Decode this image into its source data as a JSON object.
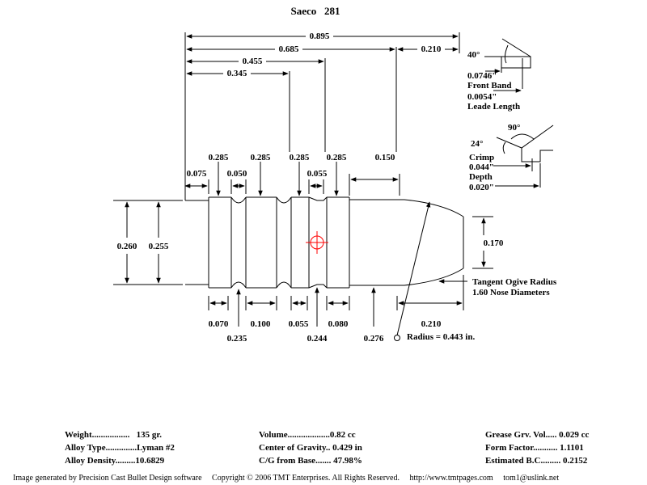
{
  "title": "Saeco   281",
  "top_dims": {
    "d0895": "0.895",
    "d0685": "0.685",
    "d0455": "0.455",
    "d0345": "0.345",
    "d0210": "0.210"
  },
  "upper_dims": {
    "d0075": "0.075",
    "d0050": "0.050",
    "d0055": "0.055",
    "d0150": "0.150",
    "d0285a": "0.285",
    "d0285b": "0.285",
    "d0285c": "0.285",
    "d0285d": "0.285"
  },
  "side_dims": {
    "d0260": "0.260",
    "d0255": "0.255",
    "d0170": "0.170"
  },
  "lower_dims": {
    "d0070": "0.070",
    "d0235": "0.235",
    "d0100": "0.100",
    "d0055": "0.055",
    "d0244": "0.244",
    "d0080": "0.080",
    "d0276": "0.276",
    "d0210": "0.210"
  },
  "front_band": {
    "angle": "40°",
    "value": "0.0746\"",
    "label": "Front Band",
    "lead_value": "0.0054\"",
    "lead_label": "Leade Length"
  },
  "crimp": {
    "angle_top": "90°",
    "angle_side": "24°",
    "label": "Crimp",
    "value": "0.044\"",
    "depth_label": "Depth",
    "depth_value": "0.020\""
  },
  "ogive": {
    "line1": "Tangent Ogive Radius",
    "line2": "1.60  Nose Diameters",
    "radius": "Radius = 0.443 in."
  },
  "stats": {
    "col1": "Weight.................   135 gr.\nAlloy Type..............Lyman #2\nAlloy Density.........10.6829",
    "col2": "Volume...................0.82 cc\nCenter of Gravity.. 0.429 in\nC/G from Base....... 47.98%",
    "col3": "Grease Grv. Vol..... 0.029 cc\nForm Factor........... 1.1101\nEstimated B.C......... 0.2152"
  },
  "footer": "Image generated by Precision Cast Bullet Design software     Copyright © 2006 TMT Enterprises. All Rights Reserved.     http://www.tmtpages.com     tom1@uslink.net",
  "colors": {
    "cg_marker": "#ff0000"
  }
}
